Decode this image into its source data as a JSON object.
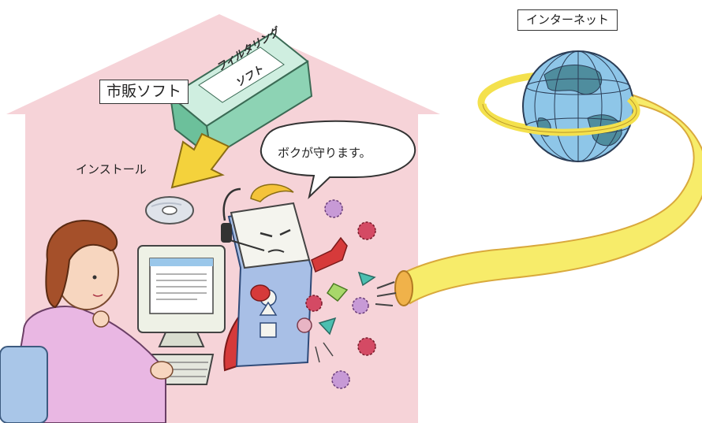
{
  "labels": {
    "internet": "インターネット",
    "commercial_software": "市販ソフト",
    "install": "インストール",
    "speech": "ボクが守ります。"
  },
  "product_box": {
    "line1": "フィルタリング",
    "line2": "ソフト"
  },
  "colors": {
    "house": "#f6d3d8",
    "cable": "#f7ec6a",
    "cable_outline": "#d9a93c",
    "globe_ocean": "#8ec6e8",
    "globe_land": "#4f8d9e",
    "ring": "#f4e14d",
    "box_green": "#8dd3b4",
    "arrow": "#f4d23c",
    "virus_red": "#d44a64",
    "virus_purple": "#c79ad6",
    "shield_blue": "#a8bfe6"
  },
  "icons": [
    "globe-icon",
    "cd-icon",
    "computer-monitor-icon",
    "keyboard-icon",
    "filter-robot-icon",
    "virus-icon",
    "down-arrow-icon"
  ]
}
